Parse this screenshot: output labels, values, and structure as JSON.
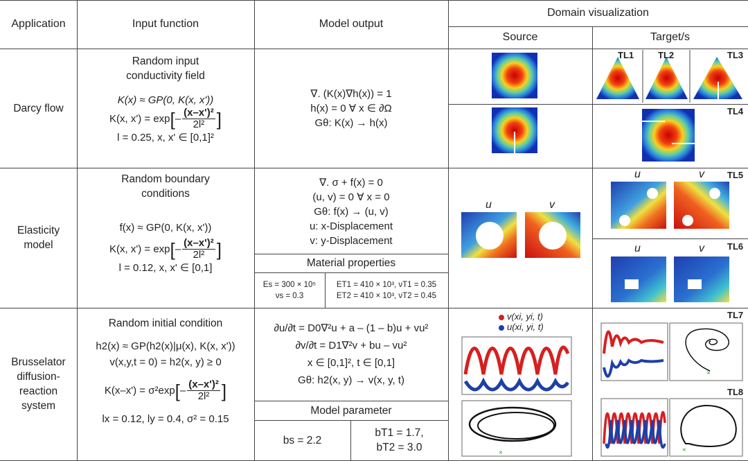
{
  "headers": {
    "application": "Application",
    "input_function": "Input function",
    "model_output": "Model output",
    "domain_visualization": "Domain visualization",
    "source": "Source",
    "targets": "Target/s"
  },
  "darcy": {
    "application": "Darcy flow",
    "input_title": "Random input conductivity field",
    "eq1": "K(x) ≈ GP(0, K(x, x'))",
    "eq2_lhs": "K(x, x') = exp",
    "eq2_num": "(x–x')²",
    "eq2_den": "2l²",
    "eq3": "l = 0.25, x, x' ∈ [0,1]²",
    "out1": "∇. (K(x)∇h(x)) = 1",
    "out2": "h(x) = 0   ∀   x ∈ ∂Ω",
    "out3": "Gθ: K(x) → h(x)",
    "tl1": "TL1",
    "tl2": "TL2",
    "tl3": "TL3",
    "tl4": "TL4"
  },
  "elasticity": {
    "application": "Elasticity model",
    "input_title": "Random boundary conditions",
    "eq1": "f(x) ≈ GP(0, K(x, x'))",
    "eq2_lhs": "K(x, x') = exp",
    "eq2_num": "(x–x')²",
    "eq2_den": "2l²",
    "eq3": "l = 0.12, x, x' ∈ [0,1]",
    "out1": "∇. σ + f(x) = 0",
    "out2": "(u, v) = 0 ∀ x = 0",
    "out3": "Gθ: f(x) → (u, v)",
    "out4": "u: x-Displacement",
    "out5": "v: y-Displacement",
    "material_title": "Material properties",
    "mat_s1": "Es = 300 × 10⁵",
    "mat_s2": "νs = 0.3",
    "mat_t1": "ET1 = 410 × 10³, νT1 = 0.35",
    "mat_t2": "ET2 = 410 × 10³, νT2 = 0.45",
    "u": "u",
    "v": "v",
    "tl5": "TL5",
    "tl6": "TL6"
  },
  "brusselator": {
    "application": "Brusselator diffusion-reaction system",
    "input_title": "Random initial condition",
    "eq1": "h2(x) ≈ GP(h2(x)|μ(x), K(x, x'))",
    "eq2": "v(x,y,t = 0) = h2(x, y) ≥ 0",
    "eq3_lhs": "K(x–x') = σ²exp",
    "eq3_num": "(x–x')²",
    "eq3_den": "2l²",
    "eq4": "lx = 0.12, ly = 0.4, σ² = 0.15",
    "out1": "∂u/∂t = D0∇²u + a – (1 – b)u + vu²",
    "out2": "∂v/∂t = D1∇²v + bu – vu²",
    "out3": "x ∈ [0,1]², t ∈ [0,1]",
    "out4": "Gθ: h2(x, y) → v(x, y, t)",
    "param_title": "Model parameter",
    "bs": "bs = 2.2",
    "bt1": "bT1 = 1.7,",
    "bt2": "bT2 = 3.0",
    "legend_v": "v(xi, yi, t)",
    "legend_u": "u(xi, yi, t)",
    "tl7": "TL7",
    "tl8": "TL8"
  },
  "colors": {
    "red": "#d62020",
    "blue": "#1f3fa8",
    "grid": "#444444"
  }
}
